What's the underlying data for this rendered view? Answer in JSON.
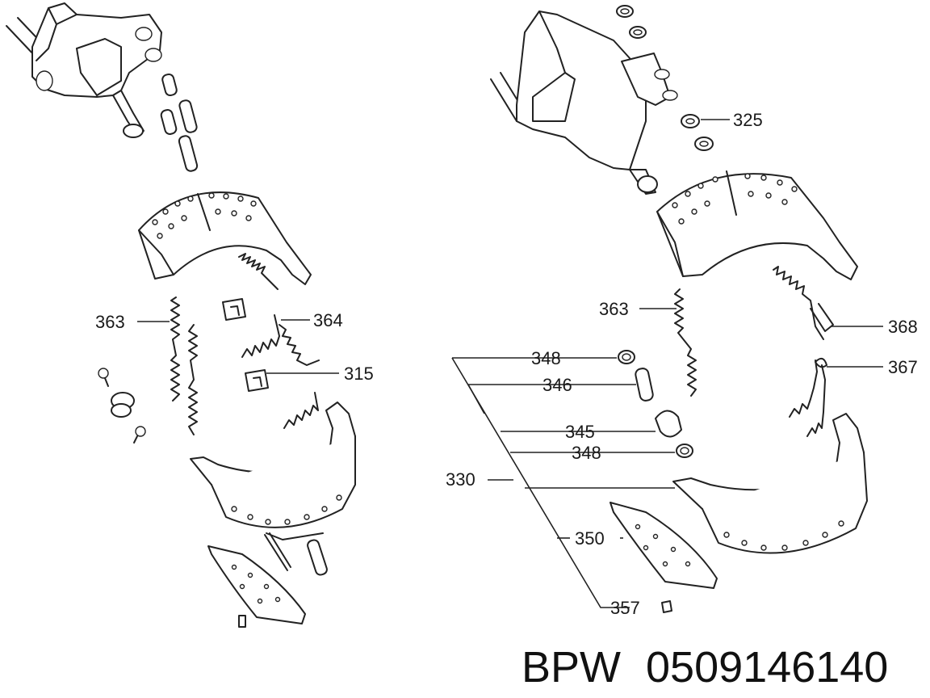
{
  "labels": {
    "left": {
      "l363": "363",
      "l364": "364",
      "l315": "315"
    },
    "right": {
      "l325": "325",
      "l363": "363",
      "l368": "368",
      "l367": "367",
      "l348a": "348",
      "l346": "346",
      "l345": "345",
      "l348b": "348",
      "l330": "330",
      "l350": "350",
      "l357": "357"
    }
  },
  "caption": {
    "brand": "BPW",
    "part_number": "0509146140"
  },
  "colors": {
    "ink": "#222222",
    "background": "#ffffff"
  }
}
